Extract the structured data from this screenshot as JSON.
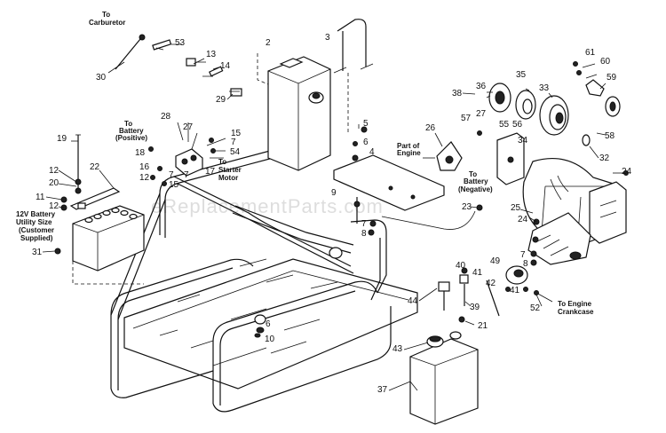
{
  "watermark": "eReplacementParts.com",
  "part_numbers": [
    "2",
    "3",
    "4",
    "5",
    "6",
    "7",
    "8",
    "9",
    "10",
    "11",
    "12",
    "13",
    "14",
    "15",
    "16",
    "17",
    "18",
    "19",
    "20",
    "21",
    "22",
    "23",
    "24",
    "25",
    "26",
    "27",
    "28",
    "29",
    "30",
    "31",
    "32",
    "33",
    "34",
    "35",
    "36",
    "37",
    "38",
    "39",
    "40",
    "41",
    "42",
    "43",
    "44",
    "49",
    "52",
    "53",
    "54",
    "55",
    "56",
    "57",
    "58",
    "59",
    "60",
    "61"
  ],
  "notes": {
    "to_carburetor": [
      "To",
      "Carburetor"
    ],
    "to_battery_positive": [
      "To",
      "Battery",
      "(Positive)"
    ],
    "to_starter_motor": [
      "To",
      "Starter",
      "Motor"
    ],
    "to_battery_negative": [
      "To",
      "Battery",
      "(Negative)"
    ],
    "part_of_engine": [
      "Part of",
      "Engine"
    ],
    "battery_note": [
      "12V Battery",
      "Utility Size",
      "(Customer",
      "Supplied)"
    ],
    "to_engine_crankcase": [
      "To Engine",
      "Crankcase"
    ]
  }
}
